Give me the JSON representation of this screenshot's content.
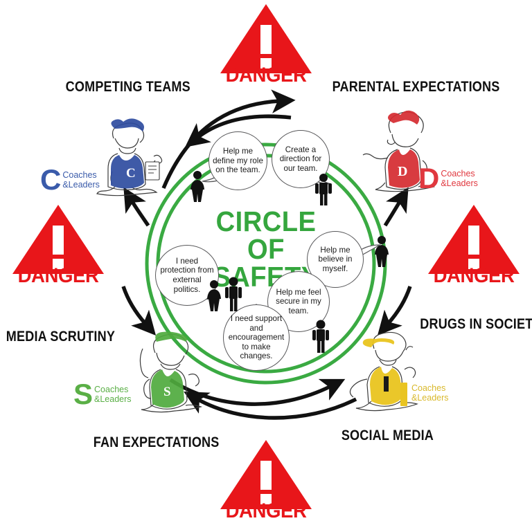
{
  "diagram": {
    "center_title_line1": "CIRCLE OF",
    "center_title_line2": "SAFETY",
    "green": "#3AAA42",
    "red": "#E8161A",
    "title_green": "#35A63E"
  },
  "sections": [
    {
      "label": "COMPETING TEAMS",
      "position": "top-left"
    },
    {
      "label": "PARENTAL EXPECTATIONS",
      "position": "top-right"
    },
    {
      "label": "MEDIA SCRUTINY",
      "position": "left"
    },
    {
      "label": "DRUGS IN SOCIETY",
      "position": "right"
    },
    {
      "label": "FAN EXPECTATIONS",
      "position": "bottom-left"
    },
    {
      "label": "SOCIAL MEDIA",
      "position": "bottom-right"
    }
  ],
  "dangers": [
    {
      "label": "DANGER",
      "mark": "!",
      "position": "top"
    },
    {
      "label": "DANGER",
      "mark": "!",
      "position": "left"
    },
    {
      "label": "DANGER",
      "mark": "!",
      "position": "right"
    },
    {
      "label": "DANGER",
      "mark": "!",
      "position": "bottom"
    }
  ],
  "logos": [
    {
      "mark": "C",
      "line1": "Coaches",
      "line2": "&Leaders",
      "color": "#3A5BAA",
      "position": "top-left"
    },
    {
      "mark": "D",
      "line1": "Coaches",
      "line2": "&Leaders",
      "color": "#E0383F",
      "position": "top-right"
    },
    {
      "mark": "S",
      "line1": "Coaches",
      "line2": "&Leaders",
      "color": "#5AAF46",
      "position": "bottom-left"
    },
    {
      "mark": "I",
      "line1": "Coaches",
      "line2": "&Leaders",
      "color": "#E9C421",
      "position": "bottom-right"
    }
  ],
  "bubbles": [
    {
      "text": "Help me define my role on the team.",
      "speaker": "woman"
    },
    {
      "text": "Create a direction for our team.",
      "speaker": "man"
    },
    {
      "text": "I need protection from external politics.",
      "speaker": "woman"
    },
    {
      "text": "Help me believe in myself.",
      "speaker": "woman"
    },
    {
      "text": "Help me feel secure in my team.",
      "speaker": "man"
    },
    {
      "text": "I need support and encouragement to make changes.",
      "speaker": "man"
    }
  ],
  "figures": [
    {
      "name": "woman-top-left"
    },
    {
      "name": "man-top-right"
    },
    {
      "name": "woman-center-left"
    },
    {
      "name": "man-center"
    },
    {
      "name": "woman-right"
    },
    {
      "name": "man-bottom"
    }
  ]
}
